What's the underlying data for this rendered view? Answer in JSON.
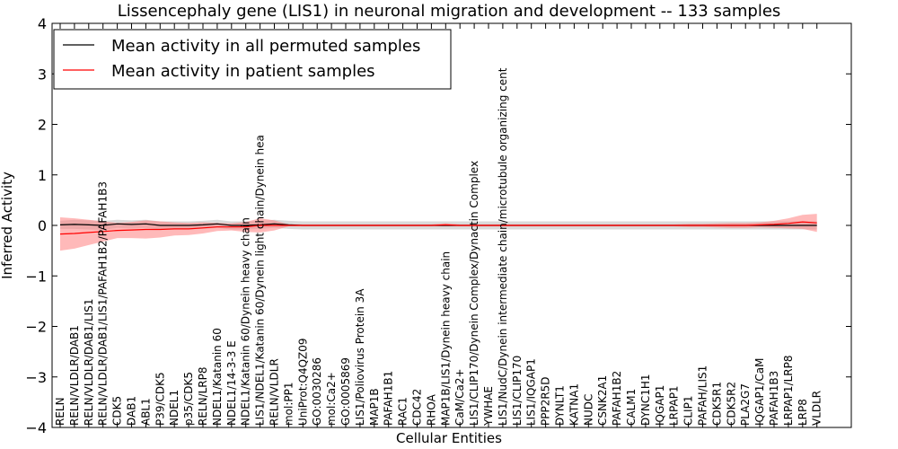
{
  "chart_data": {
    "type": "line",
    "title": "Lissencephaly gene (LIS1) in neuronal migration and development -- 133 samples",
    "xlabel": "Cellular Entities",
    "ylabel": "Inferred Activity",
    "ylim": [
      -4,
      4
    ],
    "yticks": [
      -4,
      -3,
      -2,
      -1,
      0,
      1,
      2,
      3,
      4
    ],
    "ytick_labels": [
      "−4",
      "−3",
      "−2",
      "−1",
      "0",
      "1",
      "2",
      "3",
      "4"
    ],
    "grid": false,
    "legend_position": "top-left",
    "categories": [
      "RELN",
      "RELN/VLDLR/DAB1",
      "RELN/VLDLR/DAB1/LIS1",
      "RELN/VLDLR/DAB1/LIS1/PAFAH1B2/PAFAH1B3",
      "CDK5",
      "DAB1",
      "ABL1",
      "P39/CDK5",
      "NDEL1",
      "p35/CDK5",
      "RELN/LRP8",
      "NDEL1/Katanin 60",
      "NDEL1/14-3-3 E",
      "NDEL1/Katanin 60/Dynein heavy chain",
      "LIS1/NDEL1/Katanin 60/Dynein light chain/Dynein hea",
      "RELN/VLDLR",
      "mol:PP1",
      "UniProt:Q4QZ09",
      "GO:0030286",
      "mol:Ca2+",
      "GO:0005869",
      "LIS1/Poliovirus Protein 3A",
      "MAP1B",
      "PAFAH1B1",
      "RAC1",
      "CDC42",
      "RHOA",
      "MAP1B/LIS1/Dynein heavy chain",
      "CaM/Ca2+",
      "LIS1/CLIP170/Dynein Complex/Dynactin Complex",
      "YWHAE",
      "LIS1/NudC/Dynein intermediate chain/microtubule organizing cent",
      "LIS1/CLIP170",
      "LIS1/IQGAP1",
      "PPP2R5D",
      "DYNLT1",
      "KATNA1",
      "NUDC",
      "CSNK2A1",
      "PAFAH1B2",
      "CALM1",
      "DYNC1H1",
      "IQGAP1",
      "LRPAP1",
      "CLIP1",
      "PAFAH/LIS1",
      "CDK5R1",
      "CDK5R2",
      "PLA2G7",
      "IQGAP1/CaM",
      "PAFAH1B3",
      "LRPAP1/LRP8",
      "LRP8",
      "VLDLR"
    ],
    "series": [
      {
        "name": "Mean activity in all permuted samples",
        "color": "#000000",
        "band_color": "#bbbbbb",
        "values": [
          0.01,
          0.02,
          0.01,
          0.0,
          0.03,
          0.02,
          0.03,
          0.0,
          0.0,
          0.0,
          0.01,
          0.03,
          0.0,
          0.0,
          0.01,
          0.03,
          0.01,
          0.0,
          0.0,
          0.0,
          0.0,
          0.0,
          0.0,
          0.0,
          0.0,
          0.0,
          0.0,
          0.0,
          0.0,
          0.0,
          0.0,
          0.0,
          0.0,
          0.0,
          0.0,
          0.0,
          0.0,
          0.0,
          0.0,
          0.0,
          0.0,
          0.0,
          0.0,
          0.0,
          0.0,
          0.0,
          0.0,
          0.0,
          0.0,
          0.0,
          0.0,
          0.0,
          0.0,
          0.0
        ],
        "band_half_width": [
          0.08,
          0.09,
          0.09,
          0.09,
          0.08,
          0.08,
          0.08,
          0.08,
          0.08,
          0.08,
          0.08,
          0.08,
          0.08,
          0.08,
          0.08,
          0.08,
          0.08,
          0.08,
          0.08,
          0.08,
          0.08,
          0.08,
          0.08,
          0.08,
          0.08,
          0.08,
          0.08,
          0.08,
          0.08,
          0.08,
          0.08,
          0.08,
          0.08,
          0.08,
          0.08,
          0.08,
          0.08,
          0.08,
          0.08,
          0.08,
          0.08,
          0.08,
          0.08,
          0.08,
          0.08,
          0.08,
          0.08,
          0.08,
          0.08,
          0.08,
          0.08,
          0.08,
          0.08,
          0.08
        ]
      },
      {
        "name": "Mean activity in patient samples",
        "color": "#ff0000",
        "band_color": "#ff8080",
        "values": [
          -0.17,
          -0.16,
          -0.14,
          -0.12,
          -0.1,
          -0.09,
          -0.08,
          -0.08,
          -0.07,
          -0.07,
          -0.05,
          -0.03,
          -0.03,
          -0.03,
          0.0,
          0.0,
          0.0,
          0.0,
          0.0,
          0.0,
          0.0,
          0.0,
          0.0,
          0.0,
          0.0,
          0.0,
          0.0,
          0.01,
          0.0,
          0.0,
          0.0,
          0.0,
          0.0,
          0.0,
          0.0,
          0.0,
          0.0,
          0.0,
          0.0,
          0.0,
          0.0,
          0.0,
          0.0,
          0.0,
          0.0,
          0.0,
          0.0,
          0.0,
          0.0,
          0.01,
          0.02,
          0.04,
          0.07,
          0.05
        ],
        "band_half_width": [
          0.33,
          0.3,
          0.25,
          0.2,
          0.15,
          0.16,
          0.18,
          0.16,
          0.13,
          0.12,
          0.11,
          0.08,
          0.07,
          0.1,
          0.14,
          0.1,
          0.02,
          0.02,
          0.02,
          0.02,
          0.02,
          0.02,
          0.02,
          0.02,
          0.02,
          0.02,
          0.02,
          0.03,
          0.02,
          0.02,
          0.02,
          0.02,
          0.02,
          0.02,
          0.02,
          0.02,
          0.02,
          0.02,
          0.02,
          0.02,
          0.02,
          0.02,
          0.02,
          0.02,
          0.03,
          0.03,
          0.04,
          0.05,
          0.05,
          0.05,
          0.07,
          0.1,
          0.14,
          0.18
        ]
      }
    ]
  }
}
